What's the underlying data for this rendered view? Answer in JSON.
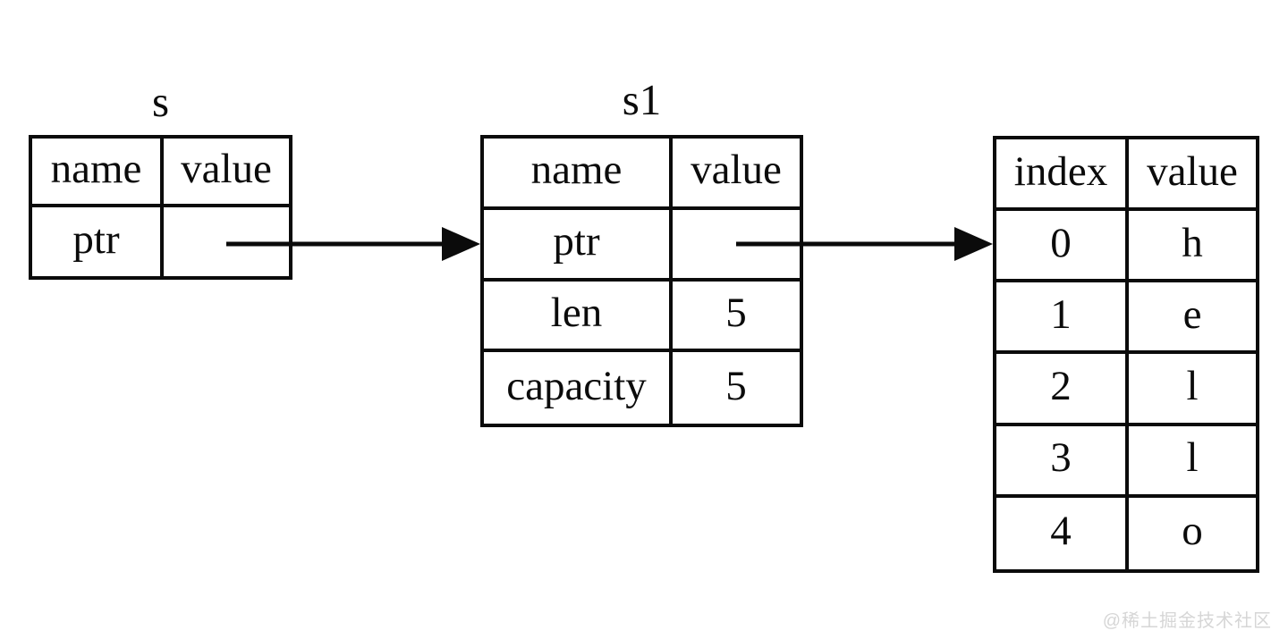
{
  "diagram_description": "Rust String memory layout: stack variable s pointing to s1 String struct pointing to heap buffer of chars",
  "tables": {
    "s": {
      "title": "s",
      "headers": [
        "name",
        "value"
      ],
      "rows": [
        {
          "name": "ptr",
          "value": ""
        }
      ]
    },
    "s1": {
      "title": "s1",
      "headers": [
        "name",
        "value"
      ],
      "rows": [
        {
          "name": "ptr",
          "value": ""
        },
        {
          "name": "len",
          "value": "5"
        },
        {
          "name": "capacity",
          "value": "5"
        }
      ]
    },
    "buffer": {
      "headers": [
        "index",
        "value"
      ],
      "rows": [
        {
          "index": "0",
          "value": "h"
        },
        {
          "index": "1",
          "value": "e"
        },
        {
          "index": "2",
          "value": "l"
        },
        {
          "index": "3",
          "value": "l"
        },
        {
          "index": "4",
          "value": "o"
        }
      ]
    }
  },
  "arrows": [
    {
      "from": "s.ptr.value",
      "to": "s1"
    },
    {
      "from": "s1.ptr.value",
      "to": "buffer"
    }
  ],
  "watermark": {
    "text": "@稀土掘金技术社区"
  },
  "colors": {
    "line": "#0b0b0b",
    "background": "#ffffff",
    "watermark": "#d6d6d6"
  }
}
